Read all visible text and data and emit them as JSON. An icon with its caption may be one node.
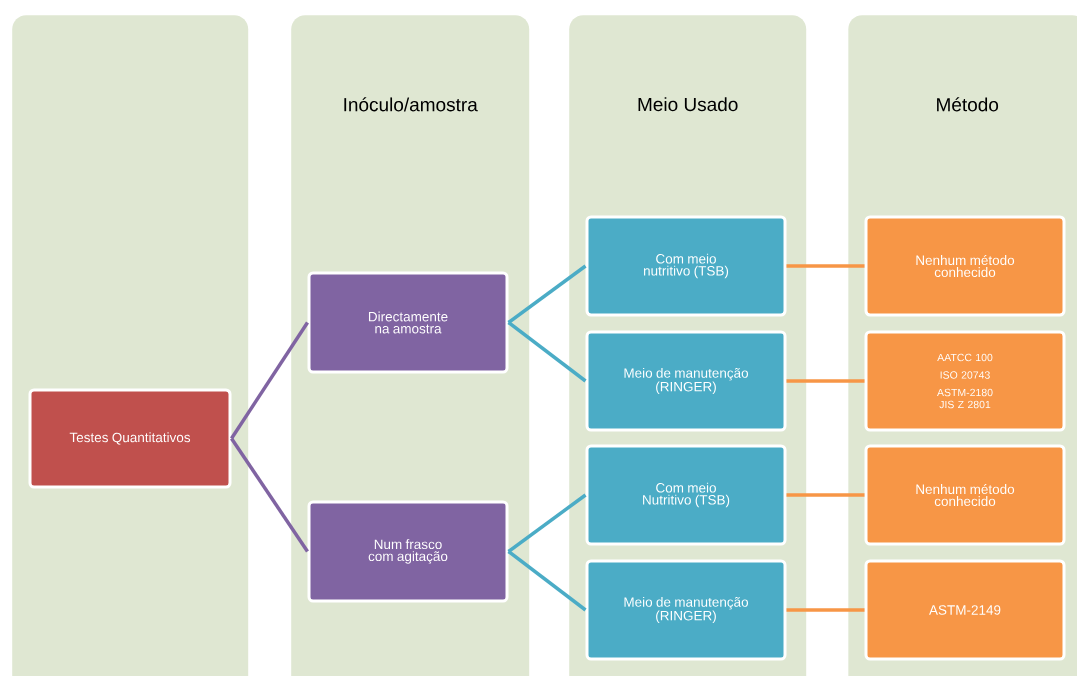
{
  "diagram": {
    "nodes": [
      {
        "text": [],
        "shape": "box"
      },
      {
        "text": [
          "Testes Quantitativos"
        ],
        "in": 0
      },
      {
        "text": [
          "Inóculo/amostra"
        ]
      },
      {
        "text": [
          "Directamente na amostra"
        ],
        "in": 2
      },
      {
        "text": [
          "Num frasco com agitação"
        ],
        "in": 2
      },
      {
        "text": [
          "Meio Usado"
        ]
      },
      {
        "text": [
          "Com meio nutritivo (TSB)"
        ],
        "in": 5
      },
      {
        "text": [
          "Meio de manutenção (RINGER)"
        ],
        "in": 5
      },
      {
        "text": [
          "Com meio Nutritivo (TSB)"
        ],
        "in": 5
      },
      {
        "text": [
          "Meio de manutenção (RINGER)"
        ],
        "in": 5
      },
      {
        "text": [
          "Método"
        ]
      },
      {
        "text": [
          "Nenhum método conhecido"
        ],
        "in": 10
      },
      {
        "text": [
          "AATCC 100",
          "ISO 20743",
          "ASTM-2180",
          "JIS Z 2801"
        ],
        "in": 10
      },
      {
        "text": [
          "Nenhum método conhecido"
        ],
        "in": 10
      },
      {
        "text": [
          "ASTM-2149"
        ],
        "in": 10
      }
    ],
    "edges": [
      {
        "from": 1,
        "to": 3,
        "arrow": "none",
        "color": "#8064a2"
      },
      {
        "from": 1,
        "to": 4,
        "arrow": "none",
        "color": "#8064a2"
      },
      {
        "from": 3,
        "to": 6,
        "arrow": "none",
        "color": "#4bacc6"
      },
      {
        "from": 3,
        "to": 7,
        "arrow": "none",
        "color": "#4bacc6"
      },
      {
        "from": 4,
        "to": 8,
        "arrow": "none",
        "color": "#4bacc6"
      },
      {
        "from": 4,
        "to": 9,
        "arrow": "none",
        "color": "#4bacc6"
      },
      {
        "from": 6,
        "to": 11,
        "arrow": "none",
        "color": "#f79646"
      },
      {
        "from": 7,
        "to": 12,
        "arrow": "none",
        "color": "#f79646"
      },
      {
        "from": 8,
        "to": 13,
        "arrow": "none",
        "color": "#f79646"
      },
      {
        "from": 9,
        "to": 14,
        "arrow": "none",
        "color": "#f79646"
      }
    ]
  }
}
